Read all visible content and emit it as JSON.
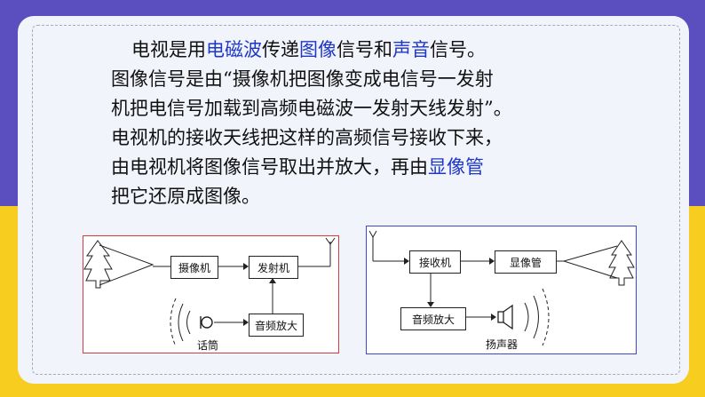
{
  "paragraph": {
    "line1": {
      "p1": "电视是用",
      "h1": "电磁波",
      "p2": "传递",
      "h2": "图像",
      "p3": "信号和",
      "h3": "声音",
      "p4": "信号。"
    },
    "line2": "图像信号是由“摄像机把图像变成电信号一发射",
    "line3": "机把电信号加载到高频电磁波一发射天线发射”。",
    "line4": "电视机的接收天线把这样的高频信号接收下来，",
    "line5": {
      "p1": "由电视机将图像信号取出并放大，再由",
      "h1": "显像管"
    },
    "line6": "把它还原成图像。"
  },
  "transmitter_diagram": {
    "camera": "摄像机",
    "transmitter": "发射机",
    "audio_amp": "音频放大",
    "microphone": "话筒"
  },
  "receiver_diagram": {
    "receiver": "接收机",
    "picture_tube": "显像管",
    "audio_amp": "音频放大",
    "speaker": "扬声器"
  },
  "colors": {
    "highlight": "#1f37c8",
    "top_band": "#5b4fbf",
    "bottom_band": "#f7cd1f"
  }
}
